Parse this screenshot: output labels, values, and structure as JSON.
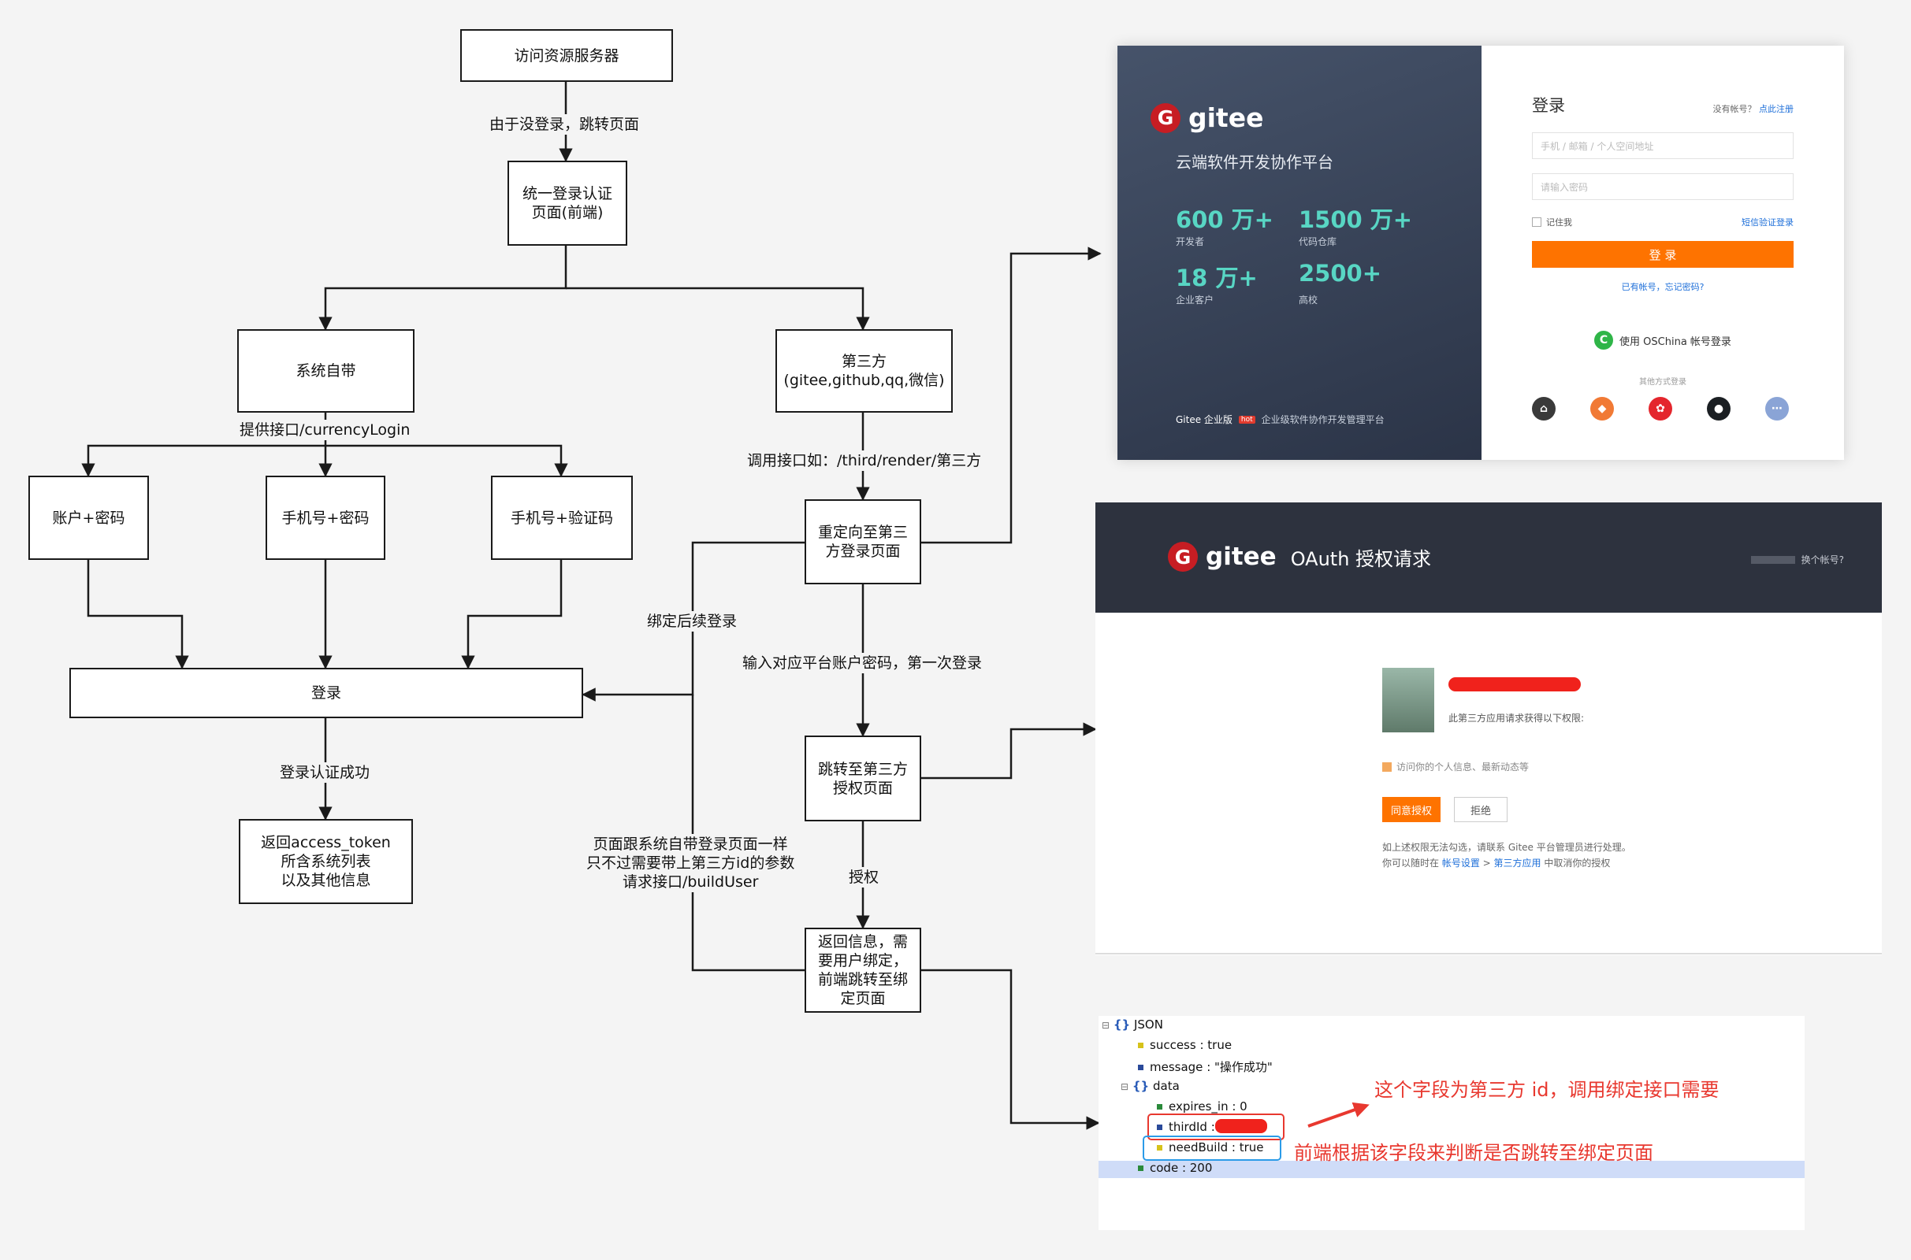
{
  "flowchart": {
    "nodes": {
      "access_server": "访问资源服务器",
      "unified_login": "统一登录认证\n页面(前端)",
      "system_builtin": "系统自带",
      "third_party": "第三方\n(gitee,github,qq,微信)",
      "account_password": "账户+密码",
      "phone_password": "手机号+密码",
      "phone_code": "手机号+验证码",
      "redirect_third_login": "重定向至第三\n方登录页面",
      "login": "登录",
      "jump_third_auth": "跳转至第三方\n授权页面",
      "return_token": "返回access_token\n所含系统列表\n以及其他信息",
      "return_info_bind": "返回信息，需\n要用户绑定，\n前端跳转至绑\n定页面"
    },
    "edge_labels": {
      "not_logged_in": "由于没登录，跳转页面",
      "provide_api": "提供接口/currencyLogin",
      "call_api": "调用接口如：/third/render/第三方",
      "bind_then_login": "绑定后续登录",
      "input_third_password": "输入对应平台账户密码，第一次登录",
      "login_success": "登录认证成功",
      "authorize": "授权",
      "page_note": "页面跟系统自带登录页面一样\n只不过需要带上第三方id的参数\n请求接口/buildUser"
    }
  },
  "gitee_login": {
    "brand": "gitee",
    "slogan": "云端软件开发协作平台",
    "stats": [
      {
        "value": "600 万+",
        "label": "开发者"
      },
      {
        "value": "1500 万+",
        "label": "代码仓库"
      },
      {
        "value": "18 万+",
        "label": "企业客户"
      },
      {
        "value": "2500+",
        "label": "高校"
      }
    ],
    "footer_brand": "Gitee 企业版",
    "hot_badge": "hot",
    "footer_text": "企业级软件协作开发管理平台",
    "title": "登录",
    "no_account": "没有帐号？",
    "register_link": "点此注册",
    "account_placeholder": "手机 / 邮箱 / 个人空间地址",
    "password_placeholder": "请输入密码",
    "remember_me": "记住我",
    "sms_login": "短信验证登录",
    "login_button": "登 录",
    "forgot": "已有帐号，忘记密码?",
    "oschina_login": "使用 OSChina 帐号登录",
    "other_methods": "其他方式登录",
    "social_icons": [
      "coding-icon",
      "gitlab-icon",
      "huawei-icon",
      "github-icon",
      "more-icon"
    ],
    "accent": "#fe7300"
  },
  "gitee_oauth": {
    "brand": "gitee",
    "title": "OAuth 授权请求",
    "switch_account": "换个帐号?",
    "request_text": "此第三方应用请求获得以下权限:",
    "permission": "访问你的个人信息、最新动态等",
    "approve": "同意授权",
    "deny": "拒绝",
    "note_line1": "如上述权限无法勾选，请联系 Gitee 平台管理员进行处理。",
    "note_prefix": "你可以随时在 ",
    "note_link1": "帐号设置",
    "note_sep": " > ",
    "note_link2": "第三方应用",
    "note_suffix": " 中取消你的授权"
  },
  "json_view": {
    "root": "JSON",
    "rows": [
      {
        "key": "success",
        "value": "true"
      },
      {
        "key": "message",
        "value": "\"操作成功\""
      }
    ],
    "data_key": "data",
    "expires": "expires_in : 0",
    "third_id": "thirdId :",
    "need_build": "needBuild : true",
    "code": "code : 200",
    "annotation_third_id": "这个字段为第三方 id，调用绑定接口需要",
    "annotation_need_build": "前端根据该字段来判断是否跳转至绑定页面"
  }
}
